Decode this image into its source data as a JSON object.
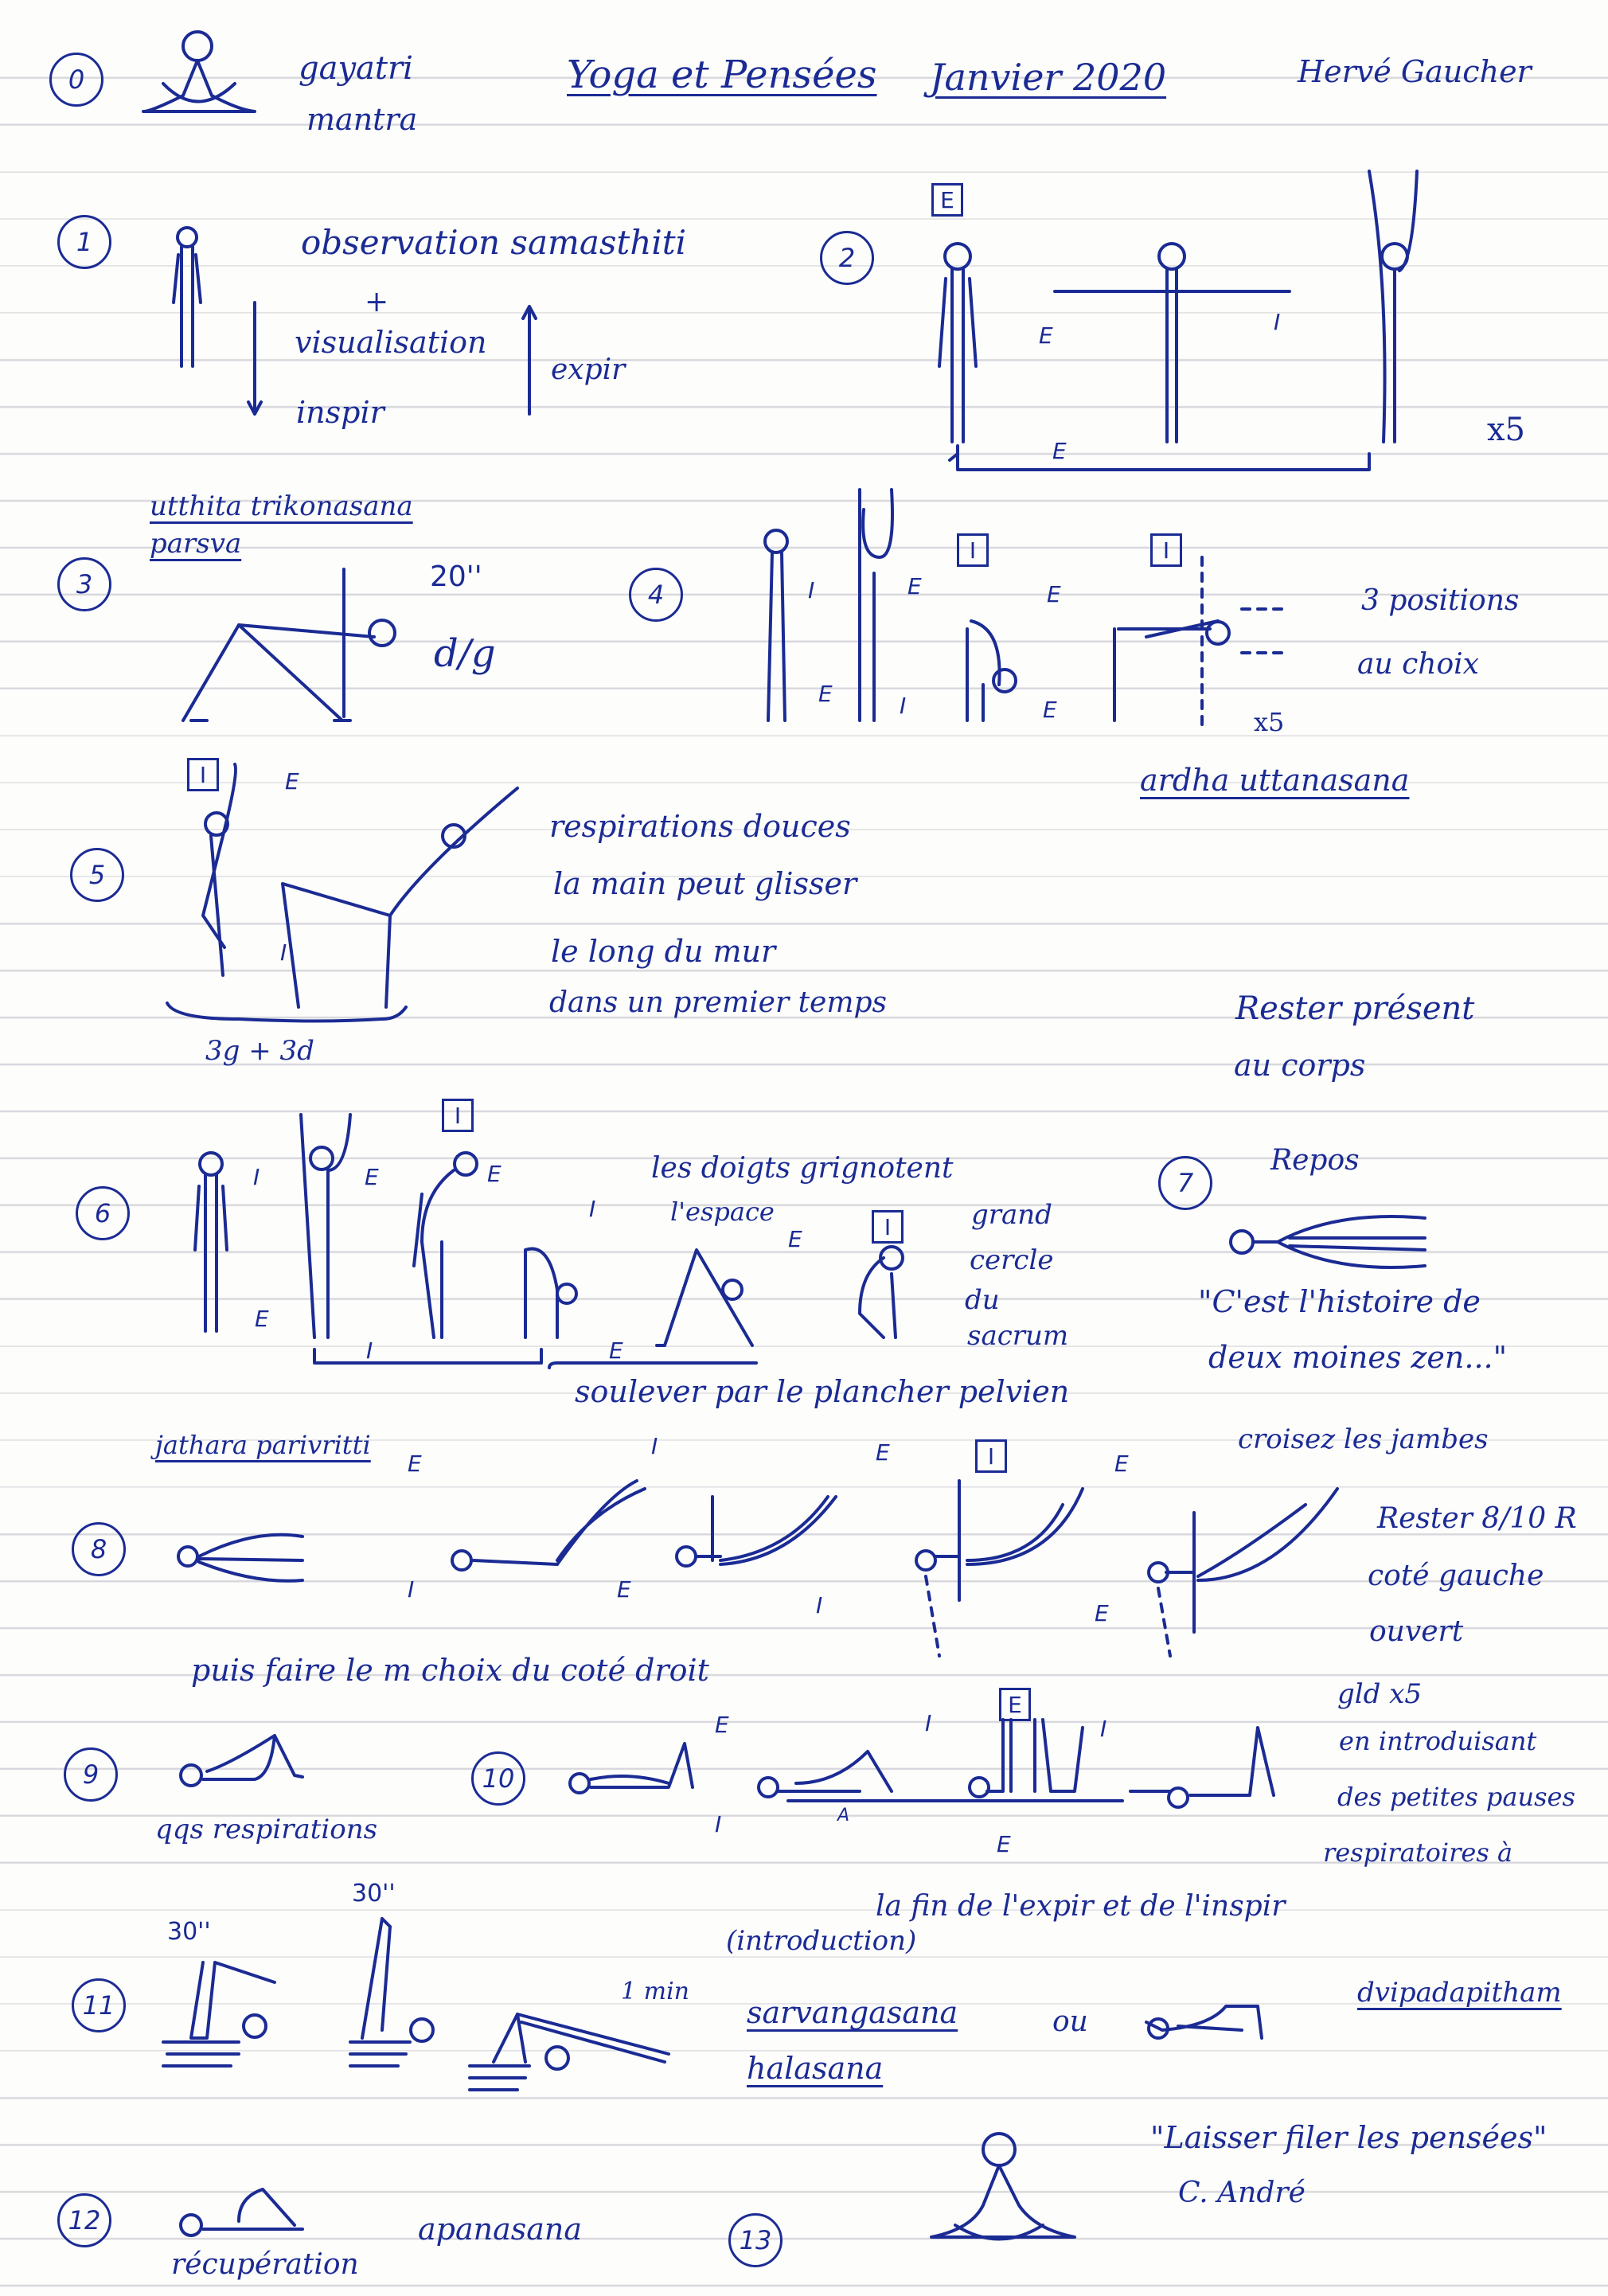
{
  "header": {
    "num": "0",
    "mantra": [
      "gayatri",
      "mantra"
    ],
    "title": "Yoga et Pensées",
    "date": "Janvier 2020",
    "author": "Hervé Gaucher"
  },
  "s1": {
    "num": "1",
    "title": "observation samasthiti",
    "plus": "+",
    "visu": "visualisation",
    "inspir": "inspir",
    "expir": "expir"
  },
  "s2": {
    "num": "2",
    "box": "E",
    "e1": "E",
    "i1": "I",
    "bottom": "E",
    "reps": "x5"
  },
  "s3": {
    "num": "3",
    "pose": "utthita trikonasana",
    "variant": "parsva",
    "time": "20''",
    "side": "d/g"
  },
  "s4": {
    "num": "4",
    "box1": "I",
    "box2": "I",
    "i1": "I",
    "e1": "E",
    "e2": "E",
    "e3": "E",
    "i2": "I",
    "e4": "E",
    "note": [
      "3 positions",
      "au choix"
    ],
    "reps": "x5",
    "pose": "ardha uttanasana"
  },
  "s5": {
    "num": "5",
    "box": "I",
    "e": "E",
    "i": "I",
    "reps": "3g + 3d",
    "text": [
      "respirations douces",
      "la main peut glisser",
      "le long du mur",
      "dans un premier temps"
    ],
    "note": [
      "Rester présent",
      "au corps"
    ]
  },
  "s6": {
    "num": "6",
    "box1": "I",
    "i1": "I",
    "e1": "E",
    "e2": "E",
    "e3": "E",
    "i2": "I",
    "e4": "E",
    "box2": "I",
    "i3": "I",
    "e5": "E",
    "text": [
      "les doigts grignotent",
      "l'espace"
    ],
    "cercle": [
      "grand",
      "cercle",
      "du",
      "sacrum"
    ],
    "bottom": "soulever par le plancher pelvien"
  },
  "s7": {
    "num": "7",
    "title": "Repos",
    "quote": [
      "\"C'est l'histoire de",
      "deux moines zen...\""
    ]
  },
  "s8": {
    "num": "8",
    "pose": "jathara parivritti",
    "e1": "E",
    "i1": "I",
    "i2": "I",
    "e2": "E",
    "i3": "I",
    "e3": "E",
    "box": "I",
    "e4": "E",
    "e5": "E",
    "cross": "croisez les jambes",
    "note": [
      "Rester 8/10 R",
      "coté gauche",
      "ouvert"
    ],
    "bottom": "puis faire le m choix du coté droit"
  },
  "s9": {
    "num": "9",
    "text": "qqs respirations"
  },
  "s10": {
    "num": "10",
    "e1": "E",
    "i1": "I",
    "i2": "I",
    "box": "E",
    "i3": "I",
    "a": "A",
    "e2": "E",
    "note": [
      "gld x5",
      "en introduisant",
      "des petites pauses",
      "respiratoires à",
      "la fin de l'expir et de l'inspir"
    ]
  },
  "s11": {
    "num": "11",
    "t1": "30''",
    "t2": "30''",
    "t3": "1 min",
    "intro": "(introduction)",
    "pose1": "sarvangasana",
    "ou": "ou",
    "pose2": "halasana",
    "alt": "dvipadapitham"
  },
  "s12": {
    "num": "12",
    "text": "récupération",
    "pose": "apanasana"
  },
  "s13": {
    "num": "13",
    "quote": "\"Laisser filer les pensées\"",
    "author": "C. André"
  }
}
